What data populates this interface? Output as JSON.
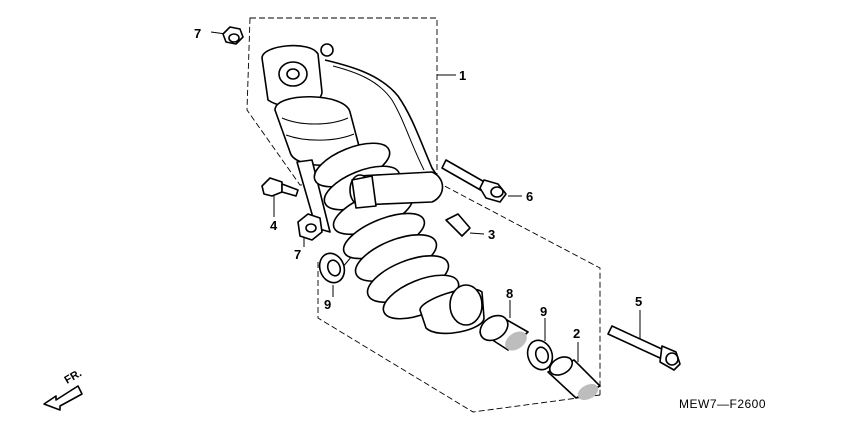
{
  "diagram": {
    "subject": "Rear shock absorber assembly parts diagram",
    "parts": [
      {
        "ref": "1",
        "label": "1"
      },
      {
        "ref": "2",
        "label": "2"
      },
      {
        "ref": "3",
        "label": "3"
      },
      {
        "ref": "4",
        "label": "4"
      },
      {
        "ref": "5",
        "label": "5"
      },
      {
        "ref": "6",
        "label": "6"
      },
      {
        "ref": "7a",
        "label": "7"
      },
      {
        "ref": "7b",
        "label": "7"
      },
      {
        "ref": "8",
        "label": "8"
      },
      {
        "ref": "9a",
        "label": "9"
      },
      {
        "ref": "9b",
        "label": "9"
      }
    ],
    "direction_indicator": "FR.",
    "diagram_code": "MEW7—F2600"
  },
  "colors": {
    "line": "#000000",
    "background": "#ffffff",
    "shading": "#bdbdbd"
  }
}
